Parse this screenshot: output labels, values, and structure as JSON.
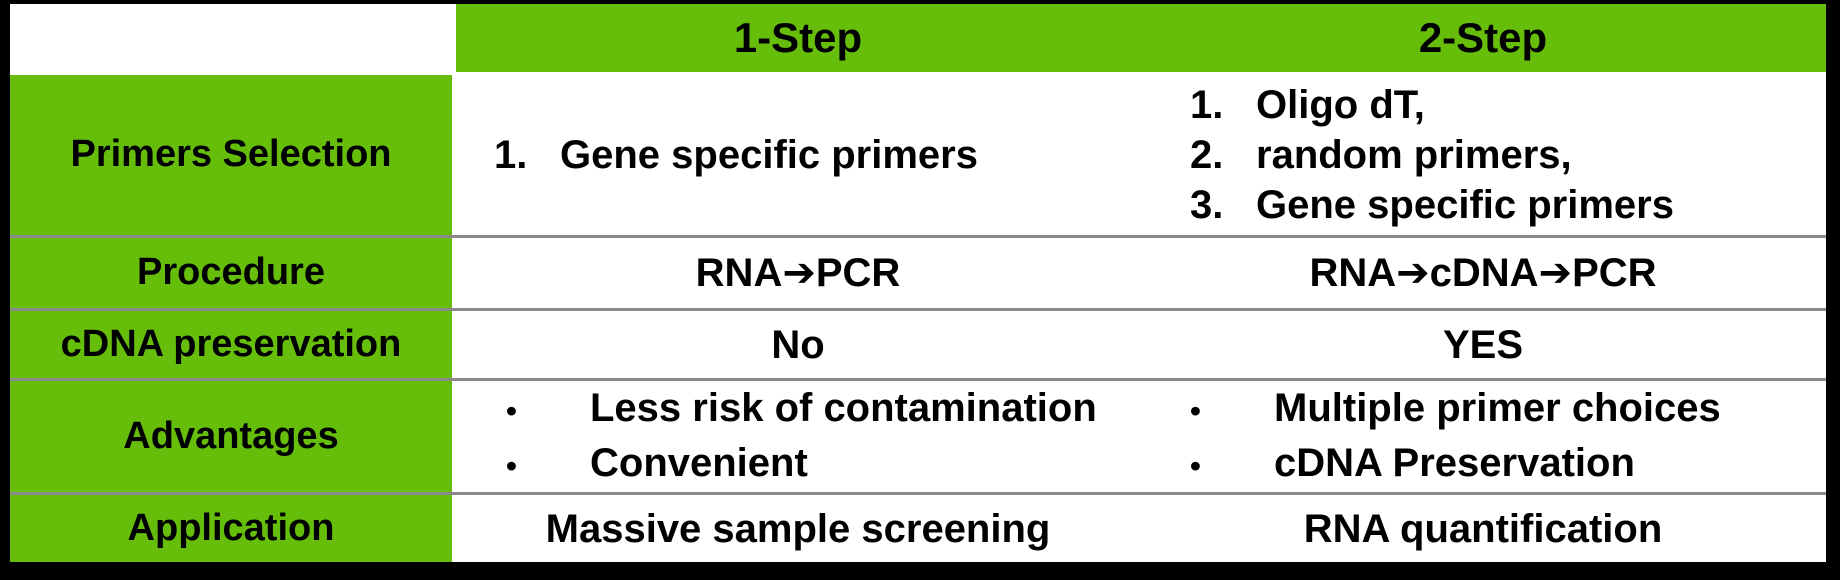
{
  "header": {
    "one_step": "1-Step",
    "two_step": "2-Step"
  },
  "rows": {
    "primers": {
      "label": "Primers Selection",
      "one_step_items": [
        {
          "num": "1.",
          "text": "Gene specific primers"
        }
      ],
      "two_step_items": [
        {
          "num": "1.",
          "text": "Oligo dT,"
        },
        {
          "num": "2.",
          "text": "random primers,"
        },
        {
          "num": "3.",
          "text": "Gene specific primers"
        }
      ]
    },
    "procedure": {
      "label": "Procedure",
      "one_step": "RNA➔PCR",
      "two_step": "RNA➔cDNA➔PCR"
    },
    "cdna_preservation": {
      "label": "cDNA preservation",
      "one_step": "No",
      "two_step": "YES"
    },
    "advantages": {
      "label": "Advantages",
      "marker": "•",
      "one_step_items": [
        "Less risk of contamination",
        "Convenient"
      ],
      "two_step_items": [
        "Multiple primer choices",
        "cDNA Preservation"
      ]
    },
    "application": {
      "label": "Application",
      "one_step": "Massive sample screening",
      "two_step": "RNA quantification"
    }
  },
  "colors": {
    "header_green": "#66BE0B",
    "row_divider_gray": "#8A8A8A",
    "frame_black": "#000000",
    "text_black": "#000000",
    "cell_white": "#FFFFFF"
  }
}
